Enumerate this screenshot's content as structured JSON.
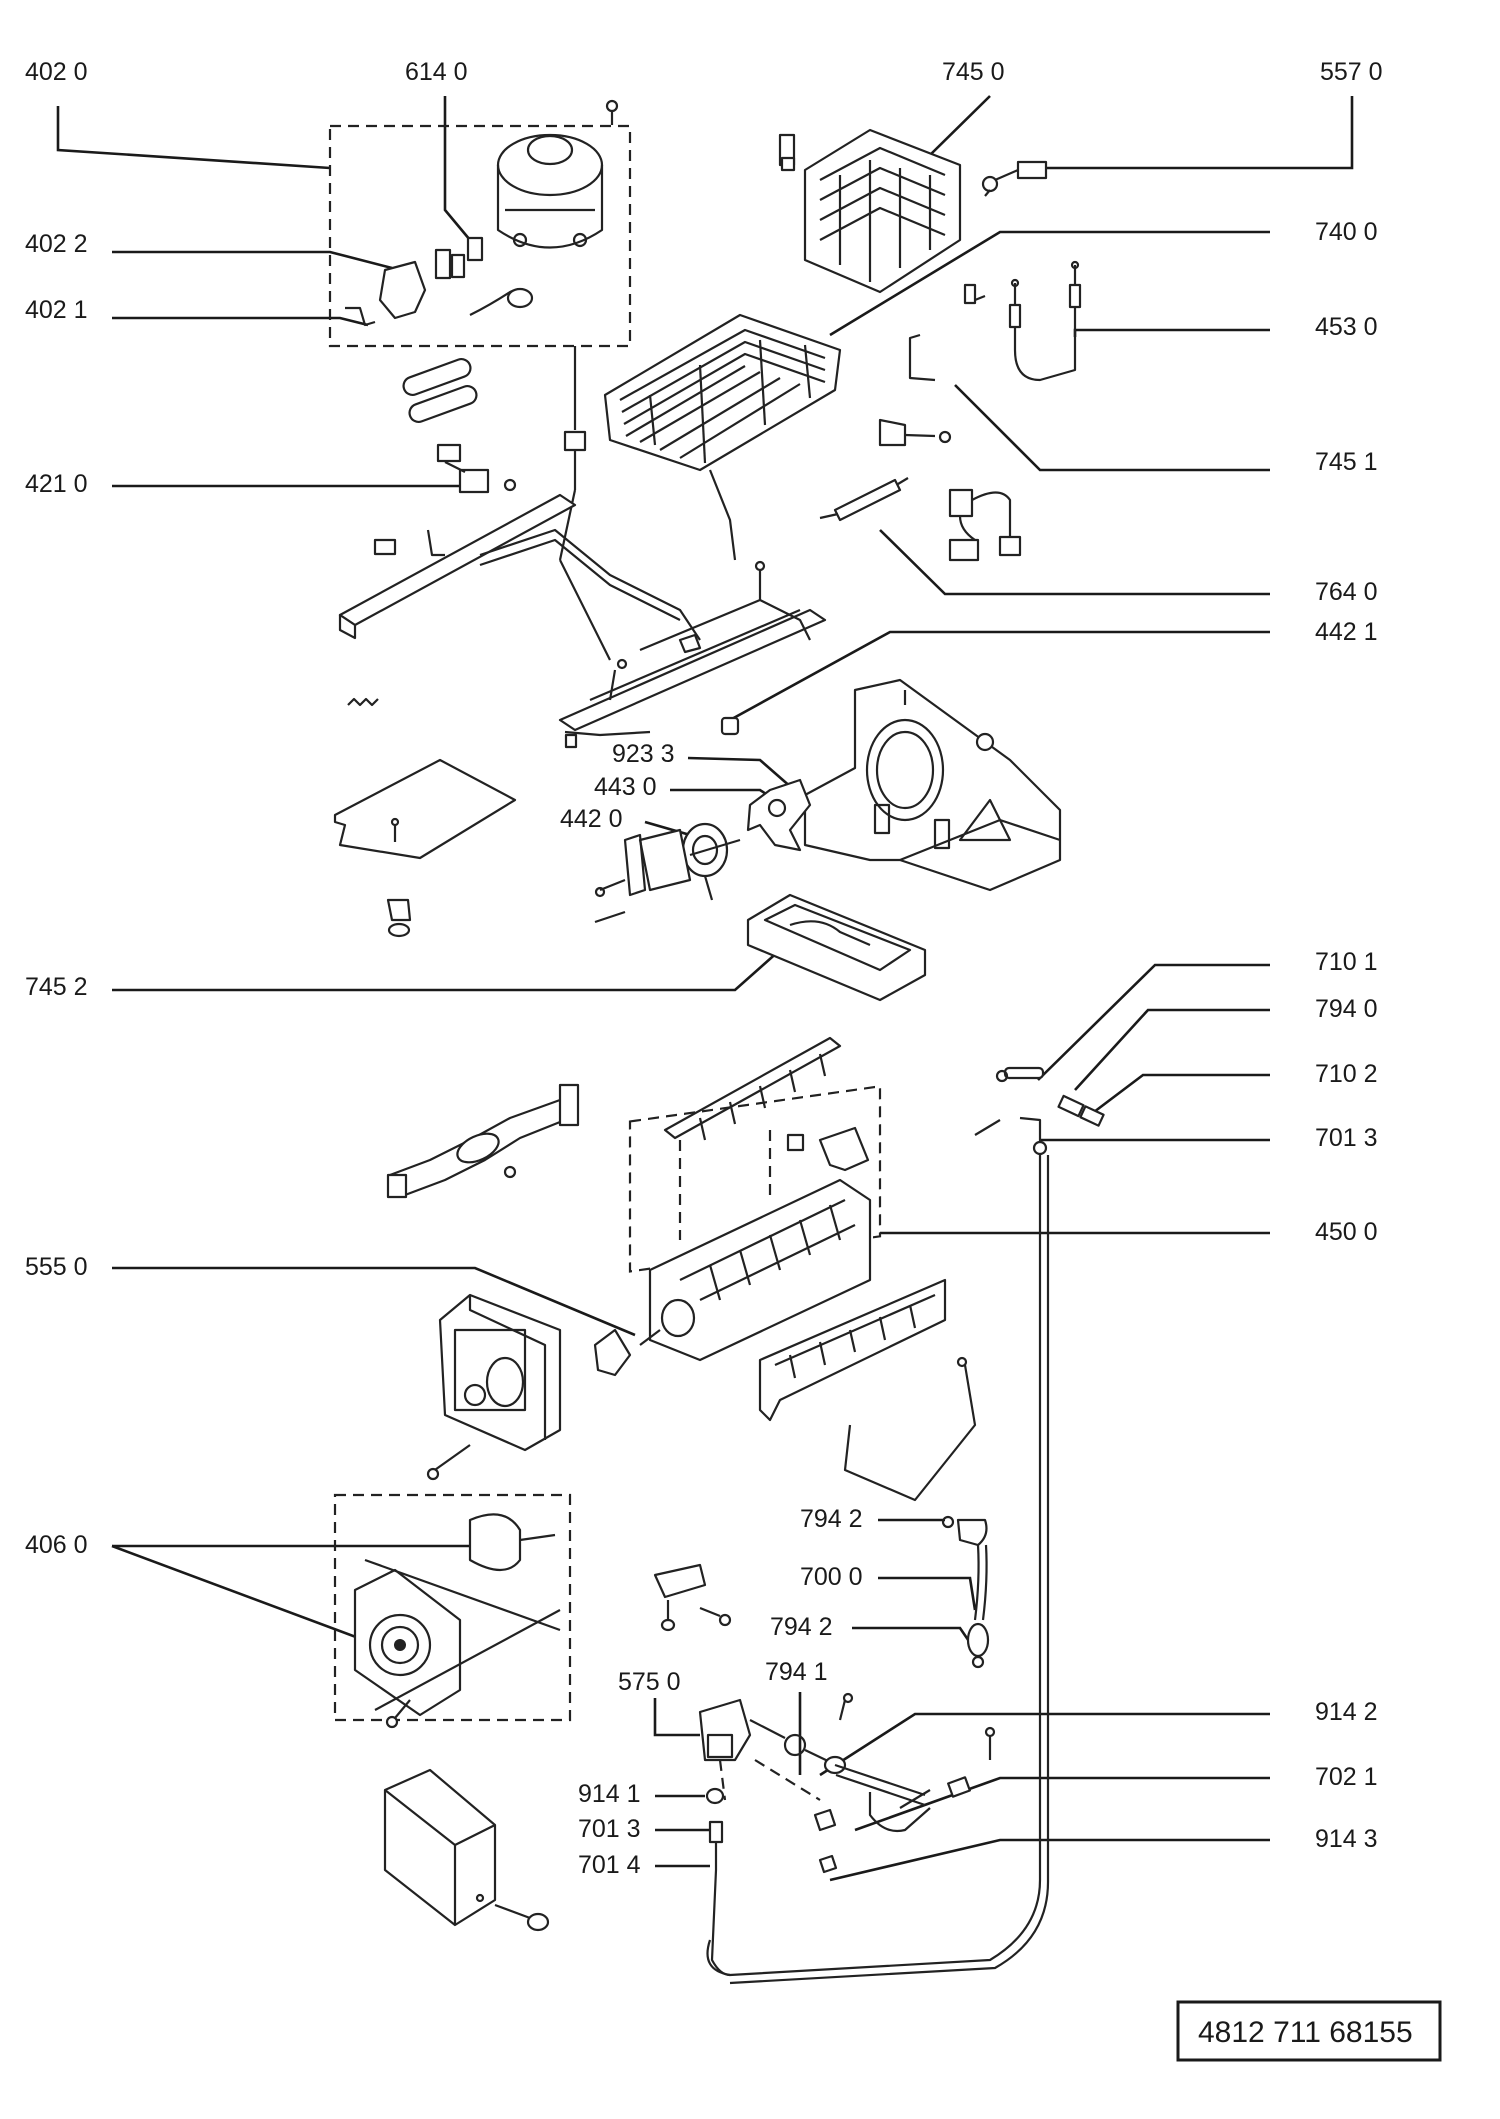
{
  "callouts": {
    "c4020": "402 0",
    "c6140": "614 0",
    "c7450": "745 0",
    "c5570": "557 0",
    "c4022": "402 2",
    "c4021": "402 1",
    "c7400": "740  0",
    "c4530": "453  0",
    "c7451": "745 1",
    "c4210": "421 0",
    "c7640": "764 0",
    "c4421": "442 1",
    "c9233": "923 3",
    "c4430": "443 0",
    "c4420": "442 0",
    "c7452": "745 2",
    "c7101": "710 1",
    "c7940": "794 0",
    "c7102": "710 2",
    "c7013a": "701 3",
    "c4500": "450 0",
    "c5550": "555 0",
    "c4060": "406 0",
    "c7942a": "794 2",
    "c7000": "700 0",
    "c7942b": "794 2",
    "c7941": "794 1",
    "c5750": "575 0",
    "c9142": "914 2",
    "c9141": "914 1",
    "c7021": "702 1",
    "c7013b": "701 3",
    "c9143": "914 3",
    "c7014": "701 4"
  },
  "reference_number": "4812 711 68155"
}
